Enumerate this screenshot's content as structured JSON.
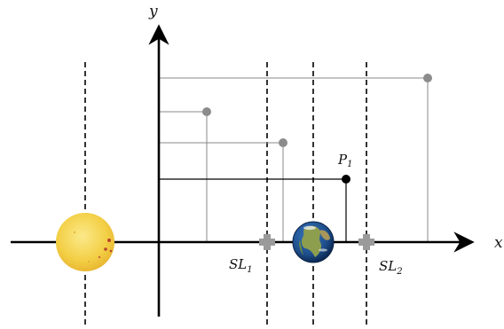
{
  "axes": {
    "x_label": "x",
    "y_label": "y"
  },
  "labels": {
    "sl1_main": "SL",
    "sl1_sub": "1",
    "sl2_main": "SL",
    "sl2_sub": "2",
    "p1_main": "P",
    "p1_sub": "1"
  },
  "bodies": {
    "sun": "sun",
    "earth": "earth"
  },
  "colors": {
    "axis": "#000000",
    "projection_gray": "#8a8a8a",
    "point_gray": "#8c8c8c",
    "point_black": "#000000",
    "sun_fill": "#f5d24a",
    "sun_spots": "#b5452a",
    "earth_ocean": "#1f4f8c",
    "earth_land": "#7a9a45",
    "cross_gray": "#9a9a9a"
  }
}
